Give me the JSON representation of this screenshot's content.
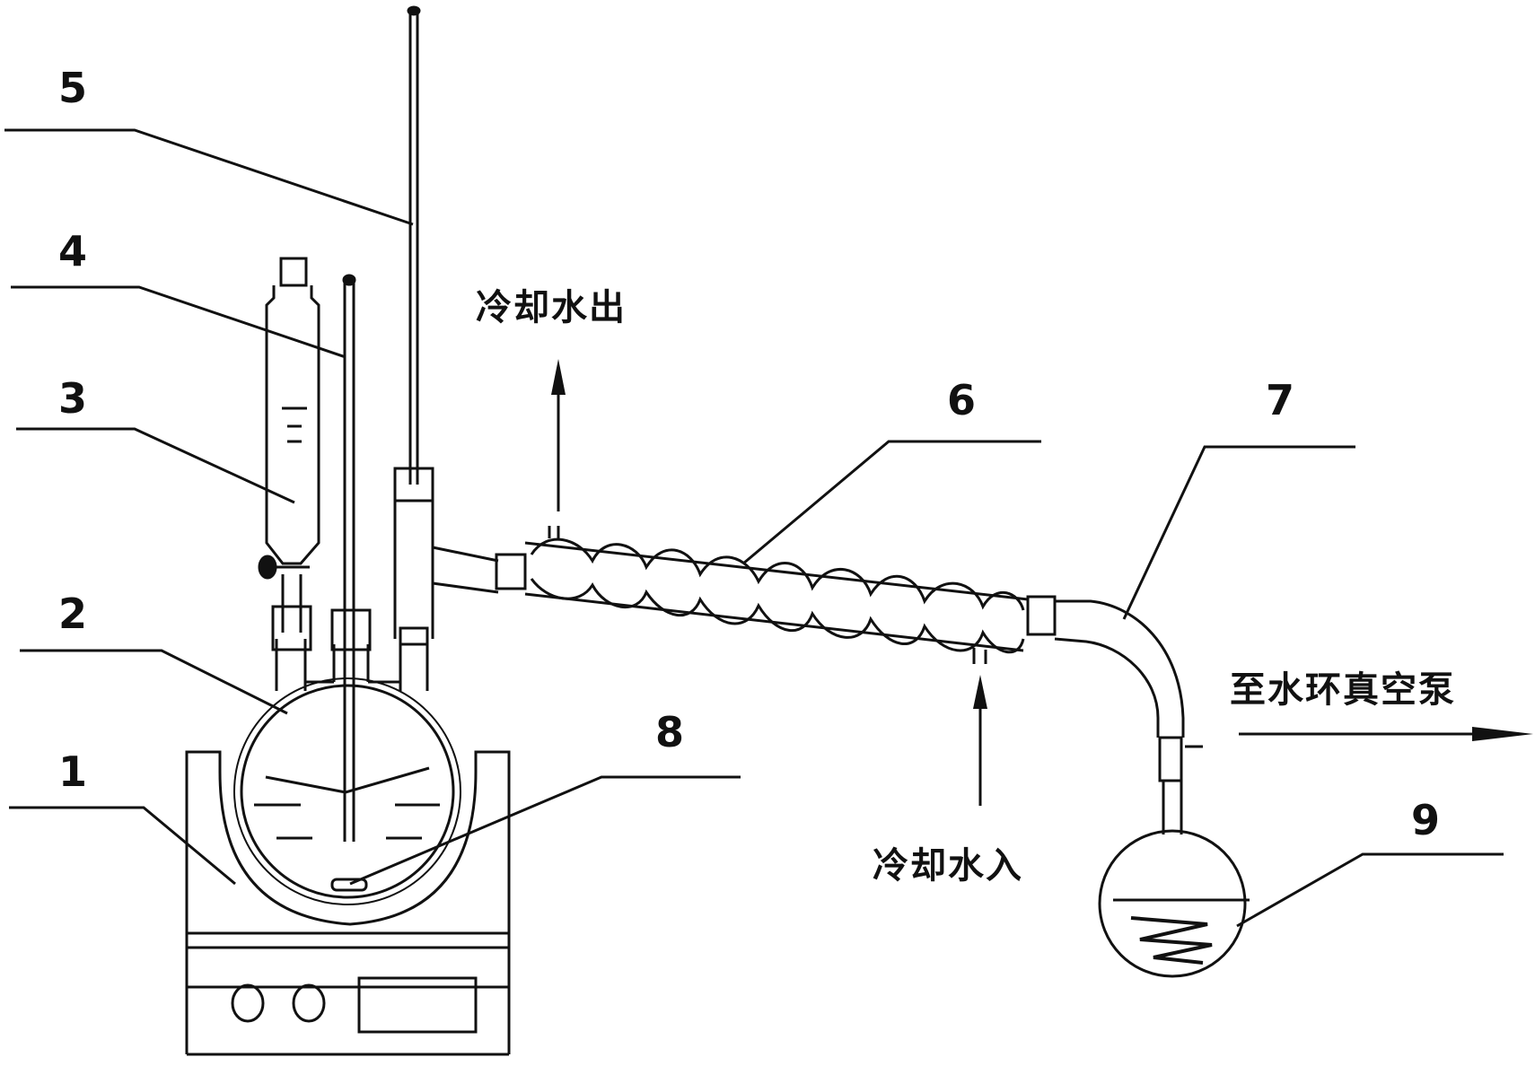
{
  "labels": {
    "n1": "1",
    "n2": "2",
    "n3": "3",
    "n4": "4",
    "n5": "5",
    "n6": "6",
    "n7": "7",
    "n8": "8",
    "n9": "9",
    "water_out": "冷却水出",
    "water_in": "冷却水入",
    "to_pump": "至水环真空泵"
  },
  "colors": {
    "line": "#111111",
    "background": "#ffffff"
  }
}
